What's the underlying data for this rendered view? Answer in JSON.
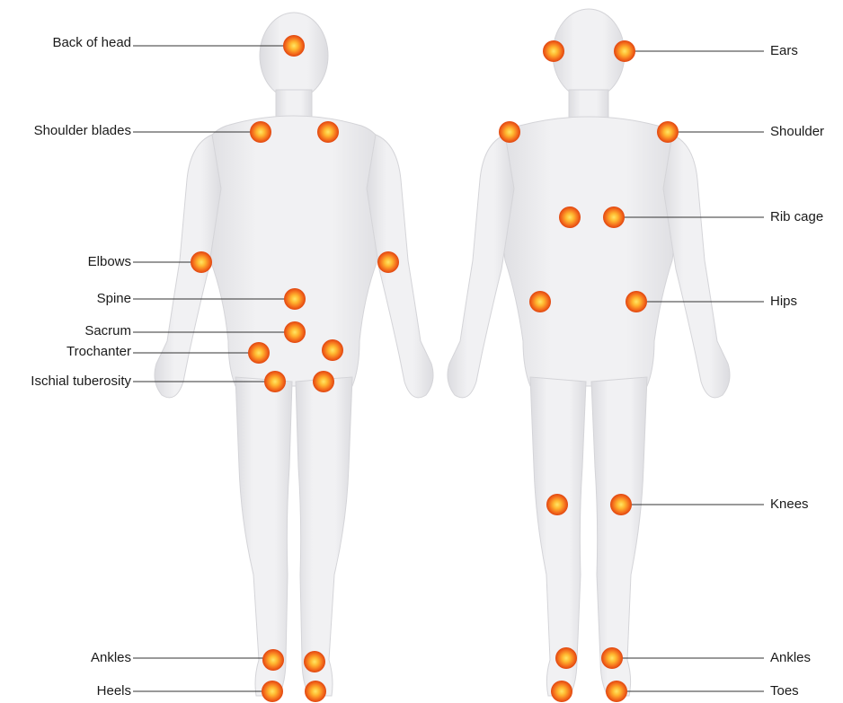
{
  "diagram": {
    "back_labels": {
      "back_of_head": "Back of head",
      "shoulder_blades": "Shoulder blades",
      "elbows": "Elbows",
      "spine": "Spine",
      "sacrum": "Sacrum",
      "trochanter": "Trochanter",
      "ischial_tuberosity": "Ischial tuberosity",
      "ankles": "Ankles",
      "heels": "Heels"
    },
    "front_labels": {
      "ears": "Ears",
      "shoulder": "Shoulder",
      "rib_cage": "Rib cage",
      "hips": "Hips",
      "knees": "Knees",
      "ankles": "Ankles",
      "toes": "Toes"
    },
    "colors": {
      "body_fill": "#eeeef0",
      "body_shadow": "#d6d6da",
      "marker_outer": "#f26a1b",
      "marker_inner": "#ffd24a",
      "leader_line": "#333333"
    }
  }
}
